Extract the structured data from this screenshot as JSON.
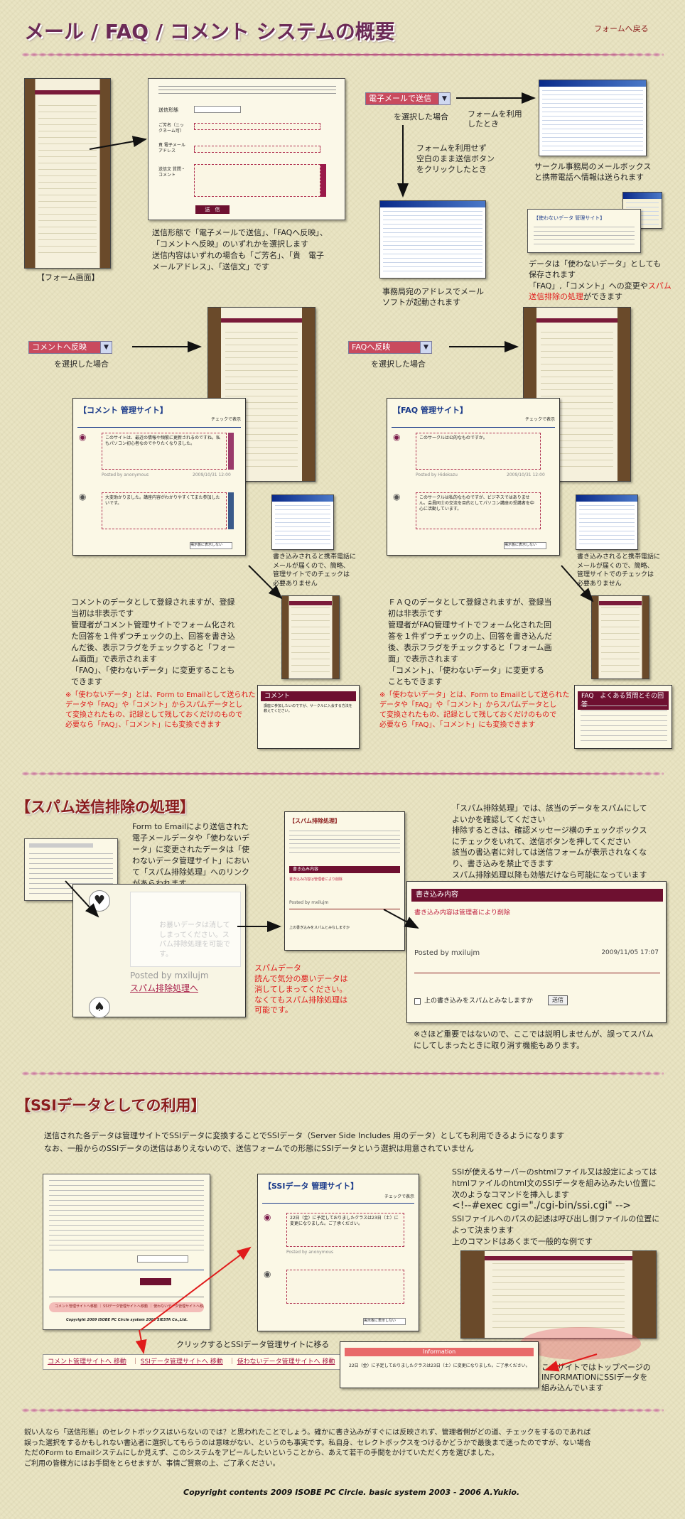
{
  "header": {
    "title": "メール / FAQ / コメント システムの概要",
    "back_link": "フォームへ戻る"
  },
  "section1": {
    "form_caption": "【フォーム画面】",
    "form_desc": [
      "送信形態で「電子メールで送信」、「FAQへ反映」、",
      "「コメントへ反映」のいずれかを選択します",
      "送信内容はいずれの場合も「ご芳名」、「貴　電子",
      "メールアドレス」、「送信文」です"
    ],
    "form_fields": [
      "送信形態",
      "ご芳名（ニックネーム可）",
      "貴 電子メールアドレス",
      "送信文 質問・コメント"
    ],
    "form_submit": "送　信",
    "email_select": "電子メールで送信",
    "email_selected": "を選択した場合",
    "use_form": [
      "フォームを利用",
      "したとき"
    ],
    "no_form": [
      "フォームを利用せず",
      "空白のまま送信ボタン",
      "をクリックしたとき"
    ],
    "mailbox_desc": [
      "サークル事務局のメールボックス",
      "と携帯電話へ情報は送られます"
    ],
    "mailer_desc": [
      "事務局宛のアドレスでメール",
      "ソフトが起動されます"
    ],
    "unused_title": "【使わないデータ 管理サイト】",
    "unused_desc_1": "データは「使わないデータ」としても",
    "unused_desc_2": "保存されます",
    "unused_desc_3a": "「FAQ」,「コメント」への変更や",
    "unused_desc_3b": "スパム",
    "unused_desc_4": "送信排除の処理",
    "unused_desc_4b": "ができます"
  },
  "comment": {
    "select": "コメントへ反映",
    "selected": "を選択した場合",
    "admin_title": "【コメント 管理サイト】",
    "check_label": "チェックで表示",
    "msg1": "このサイトは、最近の情報や頻繁に更新されるのですね。私もパソコン初心者なのでやりたくなりました。",
    "msg2": "大変助かりました。講座内容がわかりやすくてまた参加したいです。",
    "posted1": "Posted by anonymous",
    "date1": "2009/10/31 12:00",
    "select_bottom": "掲示板に表示しない",
    "notify": [
      "書き込みされると携帯電話に",
      "メールが届くので、簡略、",
      "管理サイトでのチェックは",
      "必要ありません"
    ],
    "desc": [
      "コメントのデータとして登録されますが、登録",
      "当初は非表示です",
      "管理者がコメント管理サイトでフォーム化され",
      "た回答を１件ずつチェックの上、回答を書き込",
      "んだ後、表示フラグをチェックすると「フォー",
      "ム画面」で表示されます",
      "「FAQ」、「使わないデータ」に変更することも",
      "できます"
    ],
    "note": [
      "※「使わないデータ」とは、Form to Emailとして送られた",
      "データや「FAQ」や「コメント」からスパムデータとし",
      "て変換されたもの、記録として残しておくだけのもので",
      "必要なら「FAQ」、「コメント」にも変換できます"
    ],
    "result_title": "コメント",
    "result_body": "講座に参加したいのですが、サークルに入会する方法を教えてください。"
  },
  "faq": {
    "select": "FAQへ反映",
    "selected": "を選択した場合",
    "admin_title": "【FAQ 管理サイト】",
    "check_label": "チェックで表示",
    "msg1": "このサークルは公的なものですか。",
    "msg2": "このサークルは私的なものですが、ビジネスではありません。会員同士の交流を目的としてパソコン講座の受講者を中心に活動しています。",
    "posted1": "Posted by Hidekazu",
    "date1": "2009/10/31 12:00",
    "select_bottom": "掲示板に表示しない",
    "notify": [
      "書き込みされると携帯電話に",
      "メールが届くので、簡略、",
      "管理サイトでのチェックは",
      "必要ありません"
    ],
    "desc": [
      "ＦＡＱのデータとして登録されますが、登録当",
      "初は非表示です",
      "管理者がFAQ管理サイトでフォーム化された回",
      "答を１件ずつチェックの上、回答を書き込んだ",
      "後、表示フラグをチェックすると「フォーム画",
      "面」で表示されます",
      "「コメント」、「使わないデータ」に変更する",
      "こともできます"
    ],
    "note": [
      "※「使わないデータ」とは、Form to Emailとして送られた",
      "データや「FAQ」や「コメント」からスパムデータとし",
      "て変換されたもの、記録として残しておくだけのもので",
      "必要なら「FAQ」、「コメント」にも変換できます"
    ],
    "result_title": "FAQ　よくある質問とその回答"
  },
  "spam": {
    "title": "【スパム送信排除の処理】",
    "intro": [
      "Form to Emailにより送信された",
      "電子メールデータや「使わないデ",
      "ータ」に変更されたデータは「使",
      "わないデータ管理サイト」におい",
      "て「スパム排除処理」へのリンク",
      "があらわれます"
    ],
    "explain": [
      "「スパム排除処理」では、該当のデータをスパムにして",
      "よいかを確認してください",
      "排除するときは、確認メッセージ横のチェックボックス",
      "にチェックをいれて、送信ボタンを押してください",
      "該当の書込者に対しては送信フォームが表示されなくな",
      "り、書き込みを禁止できます",
      "スパム排除処理以降も効態だけなら可能になっています"
    ],
    "posted_by": "Posted by mxilujm",
    "spam_link": "スパム排除処理へ",
    "blurred_msg": "お暴いデータは消してしまってください。スパム排除処理を可能です。",
    "red_title": "スパムデータ",
    "red_desc": [
      "読んで気分の悪いデータは",
      "消してしまってください。",
      "なくてもスパム排除処理は",
      "可能です。"
    ],
    "process_title": "【スパム排除処理】",
    "write_head": "書き込み内容",
    "write_sub": "書き込み内容は管理者により削除",
    "write_posted": "Posted by mxilujm",
    "write_date": "2009/11/05 17:07",
    "confirm_label": "上の書き込みをスパムとみなしますか",
    "confirm_button": "送信",
    "footnote": [
      "※さほど重要ではないので、ここでは説明しませんが、誤ってスパム",
      "にしてしまったときに取り消す機能もあります。"
    ]
  },
  "ssi": {
    "title": "【SSIデータとしての利用】",
    "intro": [
      "送信された各データは管理サイトでSSIデータに変換することでSSIデータ（Server Side Includes 用のデータ）としても利用できるようになります",
      "なお、一般からのSSIデータの送信はありえないので、送信フォームでの形態にSSIデータという選択は用意されていません"
    ],
    "admin_title": "【SSIデータ 管理サイト】",
    "check_label": "チェックで表示",
    "ssi_msg": "22日（金）に予定しておりましたクラスは23日（土）に変更になりました。ご了承ください。",
    "posted": "Posted by anonymous",
    "select_bottom": "掲示板に表示しない",
    "copyright_small": "Copyright 2009 ISOBE PC Circle  system 2003 SIESTA Co.,Ltd.",
    "site_links_small": "コメント管理サイトへ移動 ｜ SSIデータ管理サイトへ移動 ｜ 使わないデータ管理サイトへ移動",
    "click_note": "クリックするとSSIデータ管理サイトに移る",
    "links": [
      "コメント管理サイトへ 移動",
      "SSIデータ管理サイトへ 移動",
      "使わないデータ管理サイトへ 移動"
    ],
    "right_desc": [
      "SSIが使えるサーバーのshtmlファイル又は設定によっては",
      "htmlファイルのhtml文のSSIデータを組み込みたい位置に",
      "次のようなコマンドを挿入します"
    ],
    "command": "<!--#exec cgi=\"./cgi-bin/ssi.cgi\" -->",
    "right_desc2": [
      "SSIファイルへのパスの記述は呼び出し側ファイルの位置に",
      "よって決まります",
      "上のコマンドはあくまで一般的な例です"
    ],
    "info_title": "Information",
    "info_text": "22日（金）に予定しておりましたクラスは23日（土）に変更になりました。ご了承ください。",
    "top_note": [
      "このサイトではトップページの",
      "INFORMATIONにSSIデータを",
      "組み込んでいます"
    ]
  },
  "footer": {
    "text": [
      "鋭い人なら「送信形態」のセレクトボックスはいらないのでは？と思われたことでしょう。確かに書き込みがすぐには反映されず、管理者側がどの道、チェックをするのであれば",
      "誤った選択をするかもしれない書込者に選択してもらうのは意味がない、というのも事実です。私自身、セレクトボックスをつけるかどうかで最後まで迷ったのですが、ない場合",
      "ただのForm to Emailシステムにしか見えず、このシステムをアピールしたいということから、あえて若干の手間をかけていただく方を選びました。",
      "ご利用の皆様方にはお手間をとらせますが、事情ご賢察の上、ご了承ください。"
    ],
    "copyright": "Copyright contents 2009 ISOBE PC Circle.  basic system 2003 - 2006 A.Yukio."
  },
  "colors": {
    "title": "#6b2a56",
    "accent_red": "#e01b1b",
    "select_bg": "#c94a5e",
    "divider": "#b85a7e"
  }
}
